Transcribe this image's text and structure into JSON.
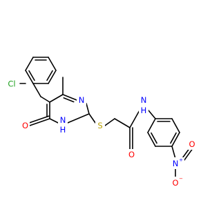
{
  "molecule": {
    "colors": {
      "bond": "#000000",
      "carbon": "#000000",
      "nitrogen": "#0000ff",
      "oxygen": "#ff0000",
      "sulfur": "#b8a000",
      "chlorine": "#1fa01f"
    },
    "atom_labels": {
      "cl": "Cl",
      "o_ketone": "O",
      "nh_ring_n": "N",
      "nh_ring_h": "H",
      "n_ring": "N",
      "s": "S",
      "o_amide": "O",
      "nh_amide_n": "N",
      "nh_amide_h": "H",
      "n_nitro": "N",
      "n_nitro_charge": "+",
      "o_nitro_top": "O",
      "o_nitro_bottom": "O",
      "o_nitro_bottom_charge": "−"
    }
  }
}
